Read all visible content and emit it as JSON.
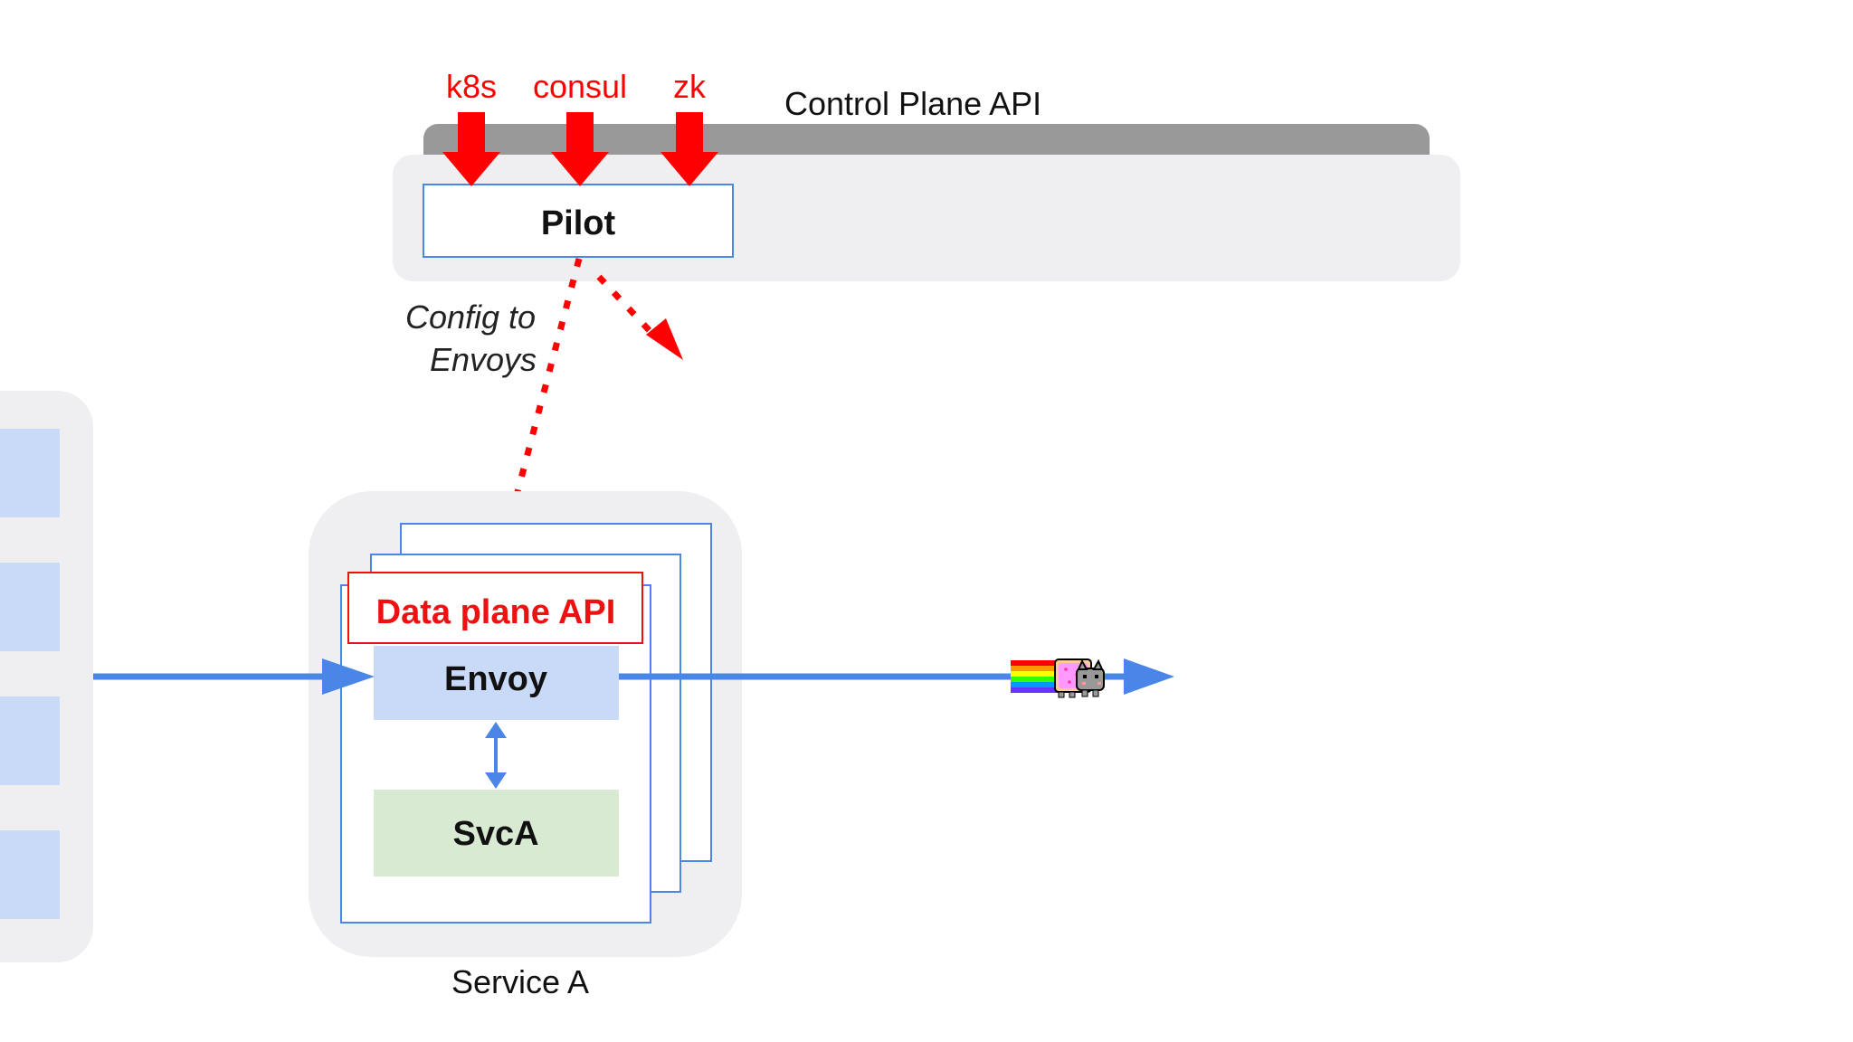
{
  "control_plane": {
    "title": "Control Plane API",
    "sources": [
      "k8s",
      "consul",
      "zk"
    ],
    "pilot_label": "Pilot",
    "config_label_line1": "Config to",
    "config_label_line2": "Envoys"
  },
  "service": {
    "data_plane_label": "Data plane API",
    "envoy_label": "Envoy",
    "svc_label": "SvcA",
    "caption": "Service A"
  },
  "colors": {
    "accent_red": "#ff0000",
    "flow_blue": "#4a86e8",
    "envoy_fill": "#c9daf8",
    "svc_fill": "#d9ead3",
    "panel_gray": "#efeff1",
    "bar_gray": "#999999"
  },
  "icons": [
    "nyan-cat-icon"
  ]
}
